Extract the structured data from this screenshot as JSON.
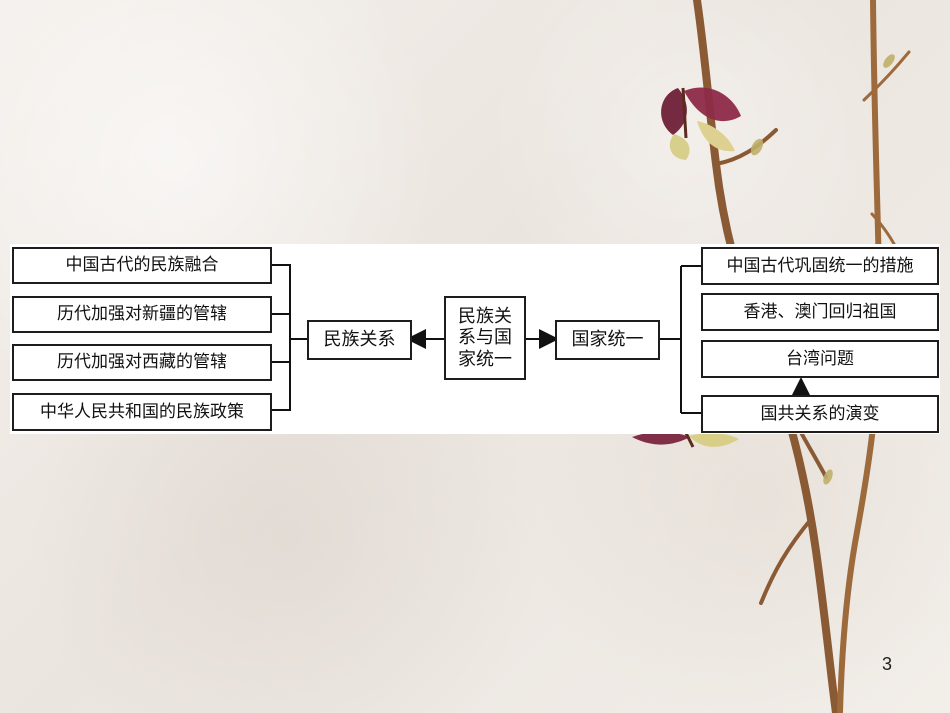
{
  "diagram": {
    "left_items": [
      "中国古代的民族融合",
      "历代加强对新疆的管辖",
      "历代加强对西藏的管辖",
      "中华人民共和国的民族政策"
    ],
    "left_hub": "民族关系",
    "center_title": "民族关系与国家统一",
    "right_hub": "国家统一",
    "right_items": [
      "中国古代巩固统一的措施",
      "香港、澳门回归祖国",
      "台湾问题",
      "国共关系的演变"
    ]
  },
  "page": {
    "number": "3"
  }
}
